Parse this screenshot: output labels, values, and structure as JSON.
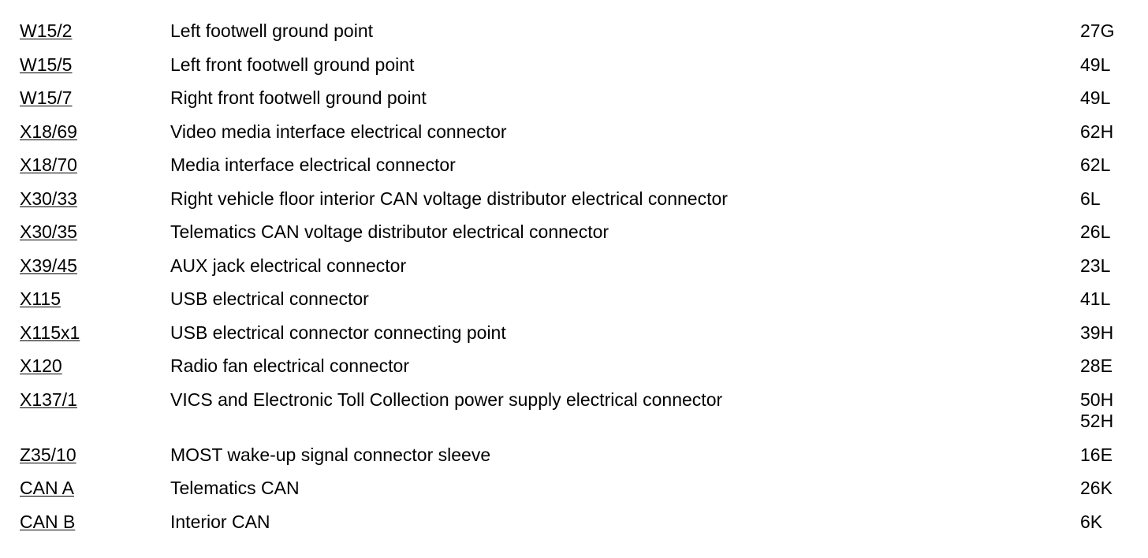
{
  "rows": [
    {
      "code": "W15/2",
      "description": "Left footwell ground point",
      "coords": [
        "27G"
      ]
    },
    {
      "code": "W15/5",
      "description": "Left front footwell ground point",
      "coords": [
        "49L"
      ]
    },
    {
      "code": "W15/7",
      "description": "Right front footwell ground point",
      "coords": [
        "49L"
      ]
    },
    {
      "code": "X18/69",
      "description": "Video media interface electrical connector",
      "coords": [
        "62H"
      ]
    },
    {
      "code": "X18/70",
      "description": "Media interface electrical connector",
      "coords": [
        "62L"
      ]
    },
    {
      "code": "X30/33",
      "description": "Right vehicle floor interior CAN voltage distributor electrical connector",
      "coords": [
        "6L"
      ]
    },
    {
      "code": "X30/35",
      "description": "Telematics CAN voltage distributor electrical connector",
      "coords": [
        "26L"
      ]
    },
    {
      "code": "X39/45",
      "description": "AUX jack electrical connector",
      "coords": [
        "23L"
      ]
    },
    {
      "code": "X115",
      "description": "USB electrical connector",
      "coords": [
        "41L"
      ]
    },
    {
      "code": "X115x1",
      "description": "USB electrical connector connecting point",
      "coords": [
        "39H"
      ]
    },
    {
      "code": "X120",
      "description": "Radio fan electrical connector",
      "coords": [
        "28E"
      ]
    },
    {
      "code": "X137/1",
      "description": "VICS and Electronic Toll Collection power supply electrical connector",
      "coords": [
        "50H",
        "52H"
      ]
    },
    {
      "code": "Z35/10",
      "description": "MOST wake-up signal connector sleeve",
      "coords": [
        "16E"
      ]
    },
    {
      "code": "CAN A",
      "description": "Telematics CAN",
      "coords": [
        "26K"
      ]
    },
    {
      "code": "CAN B",
      "description": "Interior CAN",
      "coords": [
        "6K"
      ]
    }
  ]
}
